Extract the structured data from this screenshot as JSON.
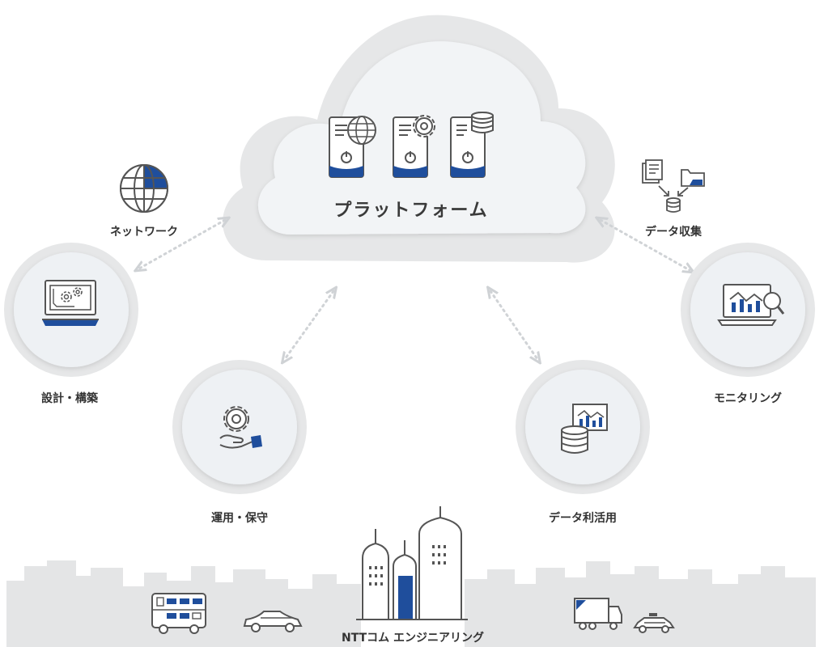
{
  "platform": {
    "title": "プラットフォーム"
  },
  "nodes": {
    "network": "ネットワーク",
    "data_collection": "データ収集",
    "design": "設計・構築",
    "monitoring": "モニタリング",
    "operation": "運用・保守",
    "data_usage": "データ利活用"
  },
  "company": {
    "name": "NTTコム エンジニアリング"
  },
  "colors": {
    "accent": "#1f4e9c",
    "icon_stroke": "#555555",
    "circle_fill": "#eef1f4",
    "circle_ring": "#e4e6e8",
    "cloud_outer": "#e6e7e8",
    "cloud_inner": "#f2f4f6",
    "skyline": "#e2e3e4",
    "connector": "#d0d3d6"
  }
}
